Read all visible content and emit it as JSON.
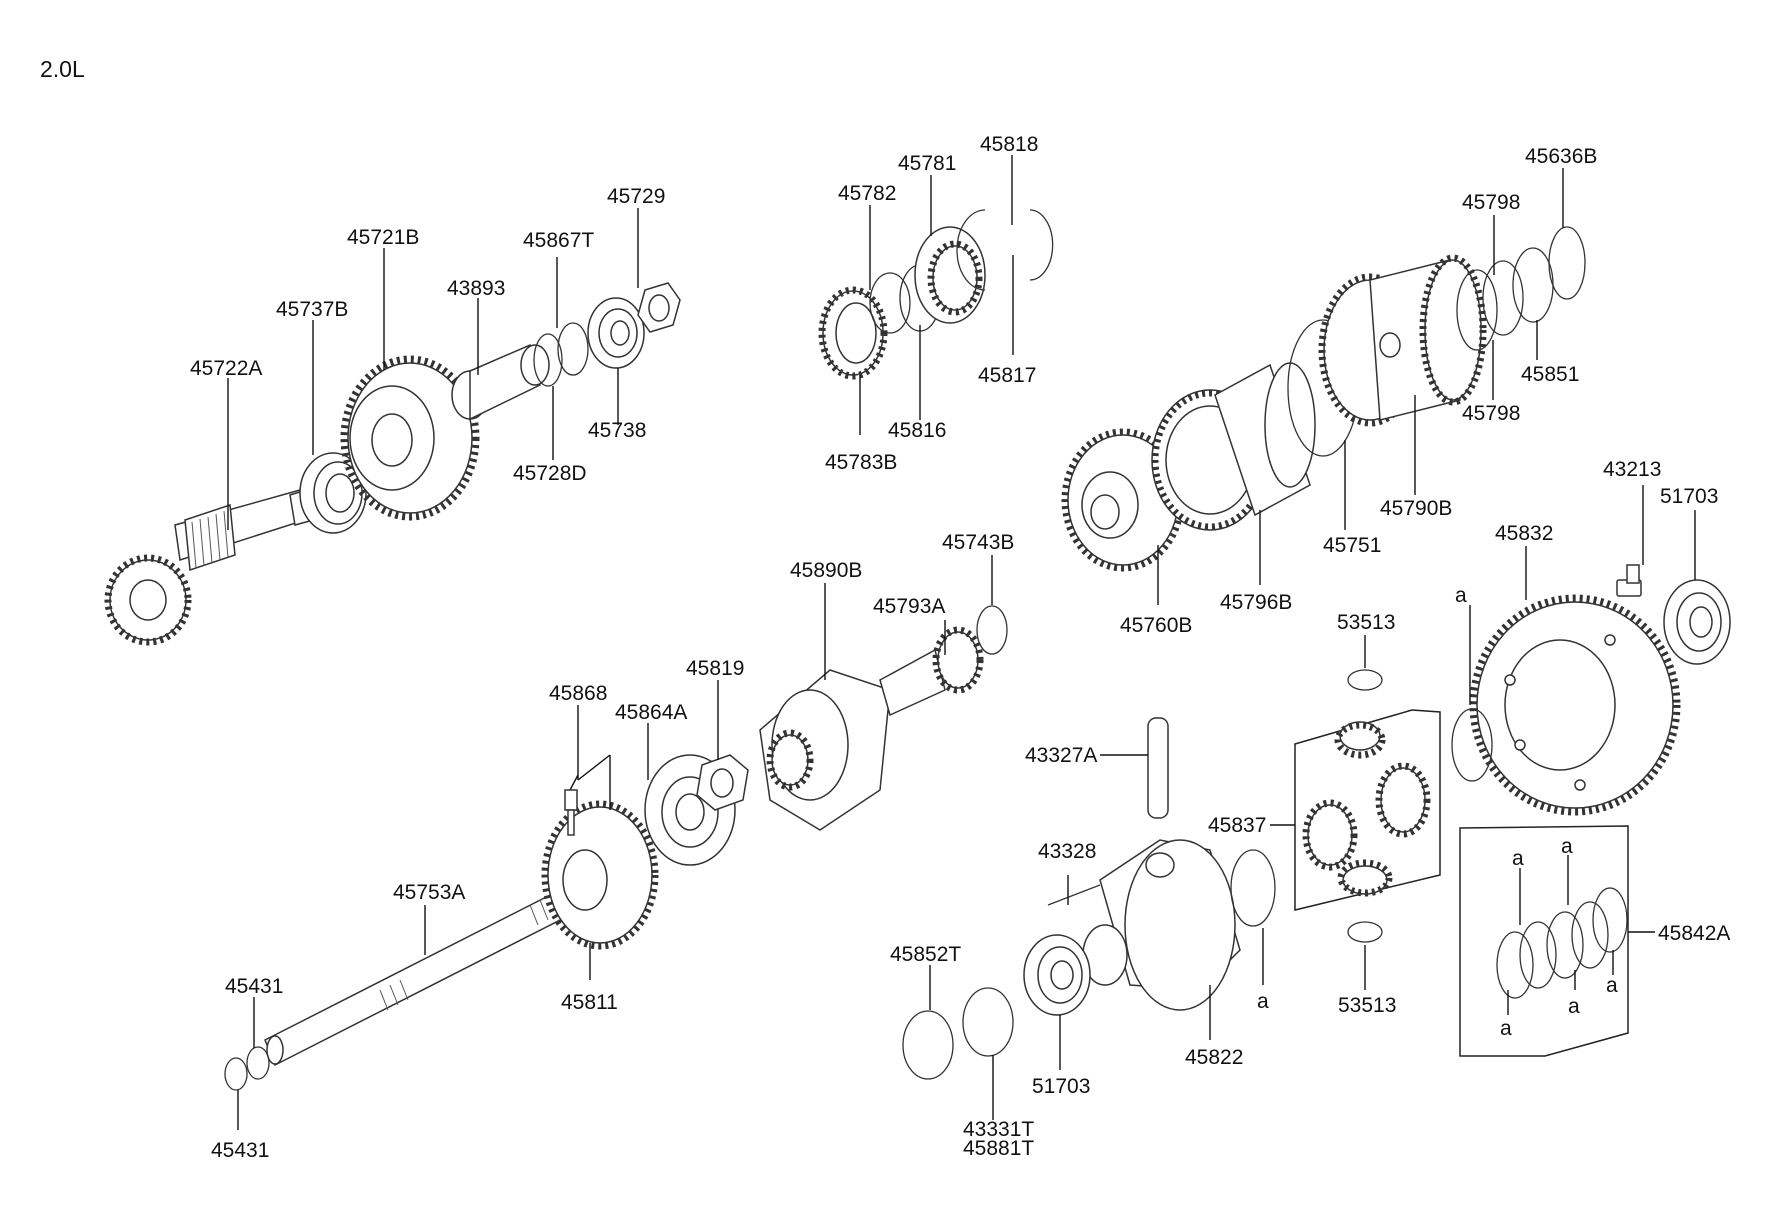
{
  "diagram_title": "2.0L",
  "parts": [
    {
      "id": "p1",
      "label": "45722A"
    },
    {
      "id": "p2",
      "label": "45737B"
    },
    {
      "id": "p3",
      "label": "45721B"
    },
    {
      "id": "p4",
      "label": "43893"
    },
    {
      "id": "p5",
      "label": "45867T"
    },
    {
      "id": "p6",
      "label": "45729"
    },
    {
      "id": "p7",
      "label": "45738"
    },
    {
      "id": "p8",
      "label": "45728D"
    },
    {
      "id": "p9",
      "label": "45782"
    },
    {
      "id": "p10",
      "label": "45781"
    },
    {
      "id": "p11",
      "label": "45818"
    },
    {
      "id": "p12",
      "label": "45817"
    },
    {
      "id": "p13",
      "label": "45816"
    },
    {
      "id": "p14",
      "label": "45783B"
    },
    {
      "id": "p15",
      "label": "45636B"
    },
    {
      "id": "p16",
      "label": "45798"
    },
    {
      "id": "p17",
      "label": "45851"
    },
    {
      "id": "p18",
      "label": "45798"
    },
    {
      "id": "p19",
      "label": "45790B"
    },
    {
      "id": "p20",
      "label": "45751"
    },
    {
      "id": "p21",
      "label": "45796B"
    },
    {
      "id": "p22",
      "label": "45760B"
    },
    {
      "id": "p23",
      "label": "43213"
    },
    {
      "id": "p24",
      "label": "51703"
    },
    {
      "id": "p25",
      "label": "45832"
    },
    {
      "id": "p26",
      "label": "45743B"
    },
    {
      "id": "p27",
      "label": "45890B"
    },
    {
      "id": "p28",
      "label": "45793A"
    },
    {
      "id": "p29",
      "label": "45819"
    },
    {
      "id": "p30",
      "label": "45868"
    },
    {
      "id": "p31",
      "label": "45864A"
    },
    {
      "id": "p32",
      "label": "45753A"
    },
    {
      "id": "p33",
      "label": "45811"
    },
    {
      "id": "p34",
      "label": "45431"
    },
    {
      "id": "p35",
      "label": "45431"
    },
    {
      "id": "p36",
      "label": "53513"
    },
    {
      "id": "p37",
      "label": "43327A"
    },
    {
      "id": "p38",
      "label": "45837"
    },
    {
      "id": "p39",
      "label": "43328"
    },
    {
      "id": "p40",
      "label": "45852T"
    },
    {
      "id": "p41",
      "label": "43331T"
    },
    {
      "id": "p42",
      "label": "45881T"
    },
    {
      "id": "p43",
      "label": "51703"
    },
    {
      "id": "p44",
      "label": "45822"
    },
    {
      "id": "p45",
      "label": "53513"
    },
    {
      "id": "p46",
      "label": "45842A"
    }
  ],
  "ref_mark": "a"
}
